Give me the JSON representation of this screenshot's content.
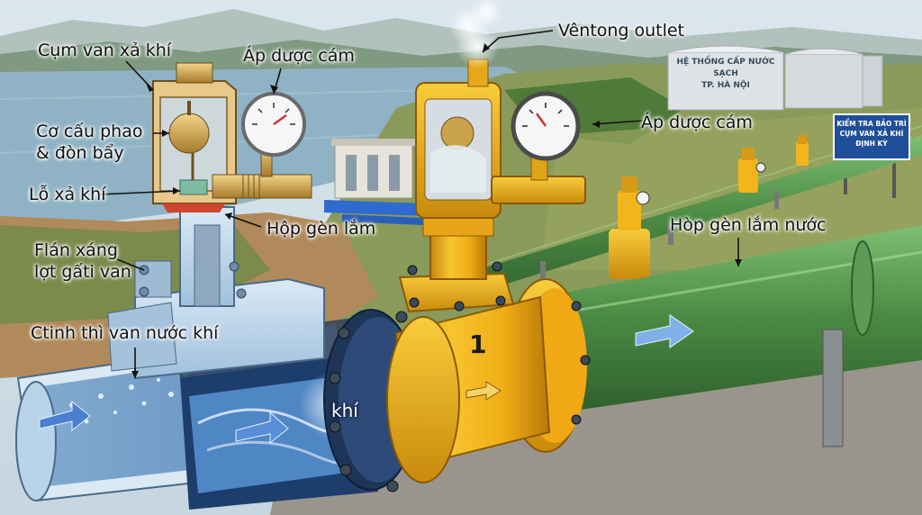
{
  "labels": {
    "air_valve_assembly": "Cụm van xả khí",
    "pressure_top_left": "Áp dược cám",
    "float_mechanism_line1": "Cơ cấu phao",
    "float_mechanism_line2": "& đòn bẩy",
    "air_vent_hole": "Lỗ xả khí",
    "seal_box_left": "Hộp gèn lắm",
    "flange_line1": "Flán xáng",
    "flange_line2": "lợt gấti van",
    "cutaway_caption": "Ctinh thì van nước khí",
    "air_in_pipe": "khí",
    "vent_outlet": "Vêntong outlet",
    "pressure_right": "Áp dược cám",
    "seal_box_right": "Hòp gèn lắm nước",
    "valve_number": "1"
  },
  "sign": {
    "line1": "KIỂM TRA BẢO TRÌ",
    "line2": "CỤM VAN XẢ KHÍ",
    "line3": "ĐỊNH KỲ"
  },
  "tank": {
    "line1": "HỆ THỐNG CẤP NƯỚC SẠCH",
    "line2": "TP. HÀ NỘI"
  },
  "colors": {
    "sky": "#cfdde6",
    "water": "#8fb3c4",
    "pipe_green": "#4f8f4a",
    "valve_yellow": "#f2b51c",
    "cutaway_blue": "#b9d3e8",
    "brass": "#c9a24a",
    "sign_blue": "#1f4f9a"
  },
  "icons": {
    "vent_steam": "steam-plume-icon",
    "pressure_gauge": "pressure-gauge-icon",
    "flow_arrow": "flow-arrow-icon"
  }
}
